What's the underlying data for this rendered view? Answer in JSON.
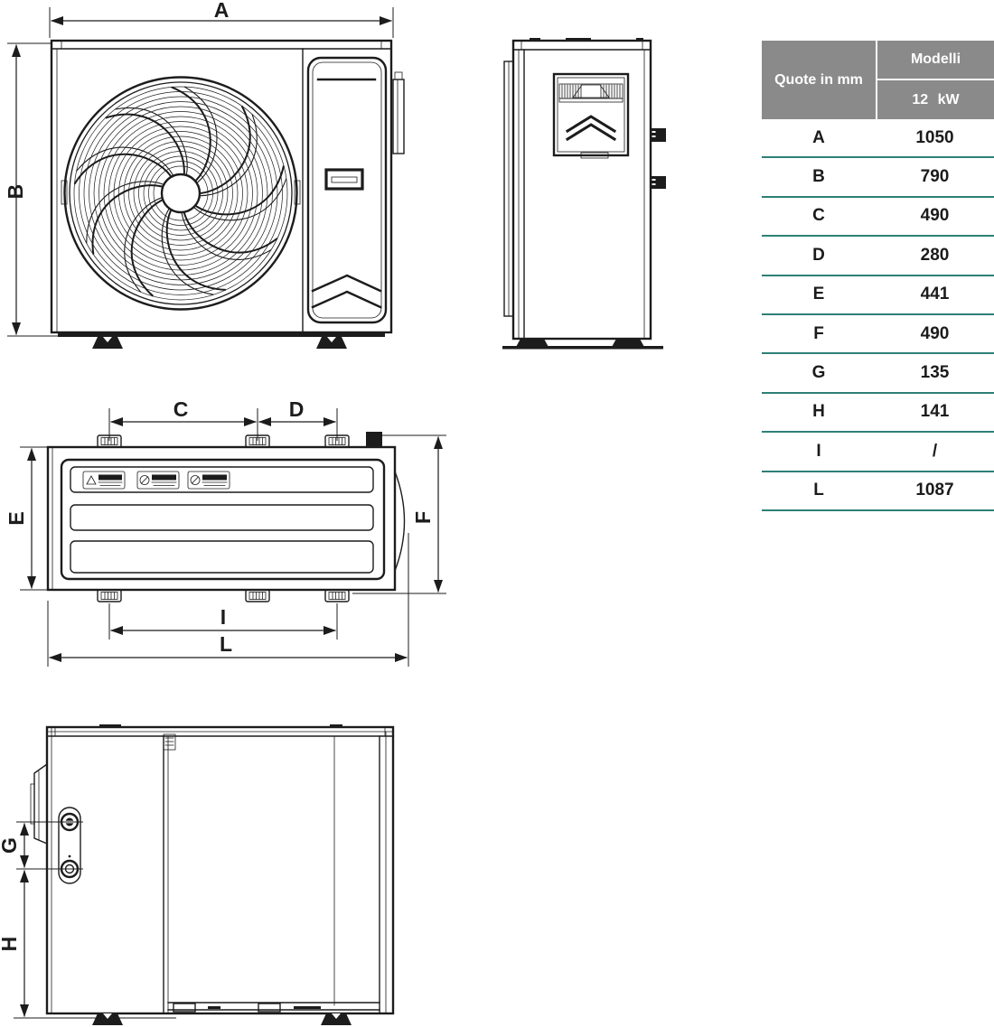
{
  "table": {
    "header": {
      "quote_label": "Quote in mm",
      "models_label": "Modelli",
      "model_value": "12 kW"
    },
    "rows": [
      {
        "label": "A",
        "value": "1050"
      },
      {
        "label": "B",
        "value": "790"
      },
      {
        "label": "C",
        "value": "490"
      },
      {
        "label": "D",
        "value": "280"
      },
      {
        "label": "E",
        "value": "441"
      },
      {
        "label": "F",
        "value": "490"
      },
      {
        "label": "G",
        "value": "135"
      },
      {
        "label": "H",
        "value": "141"
      },
      {
        "label": "I",
        "value": "/"
      },
      {
        "label": "L",
        "value": "1087"
      }
    ]
  },
  "dims": {
    "a": "A",
    "b": "B",
    "c": "C",
    "d": "D",
    "e": "E",
    "f": "F",
    "g": "G",
    "h": "H",
    "i": "I",
    "l": "L"
  },
  "colors": {
    "accent_teal": "#2E8077",
    "header_gray": "#8A8A8A",
    "ink": "#1C1C1C"
  }
}
